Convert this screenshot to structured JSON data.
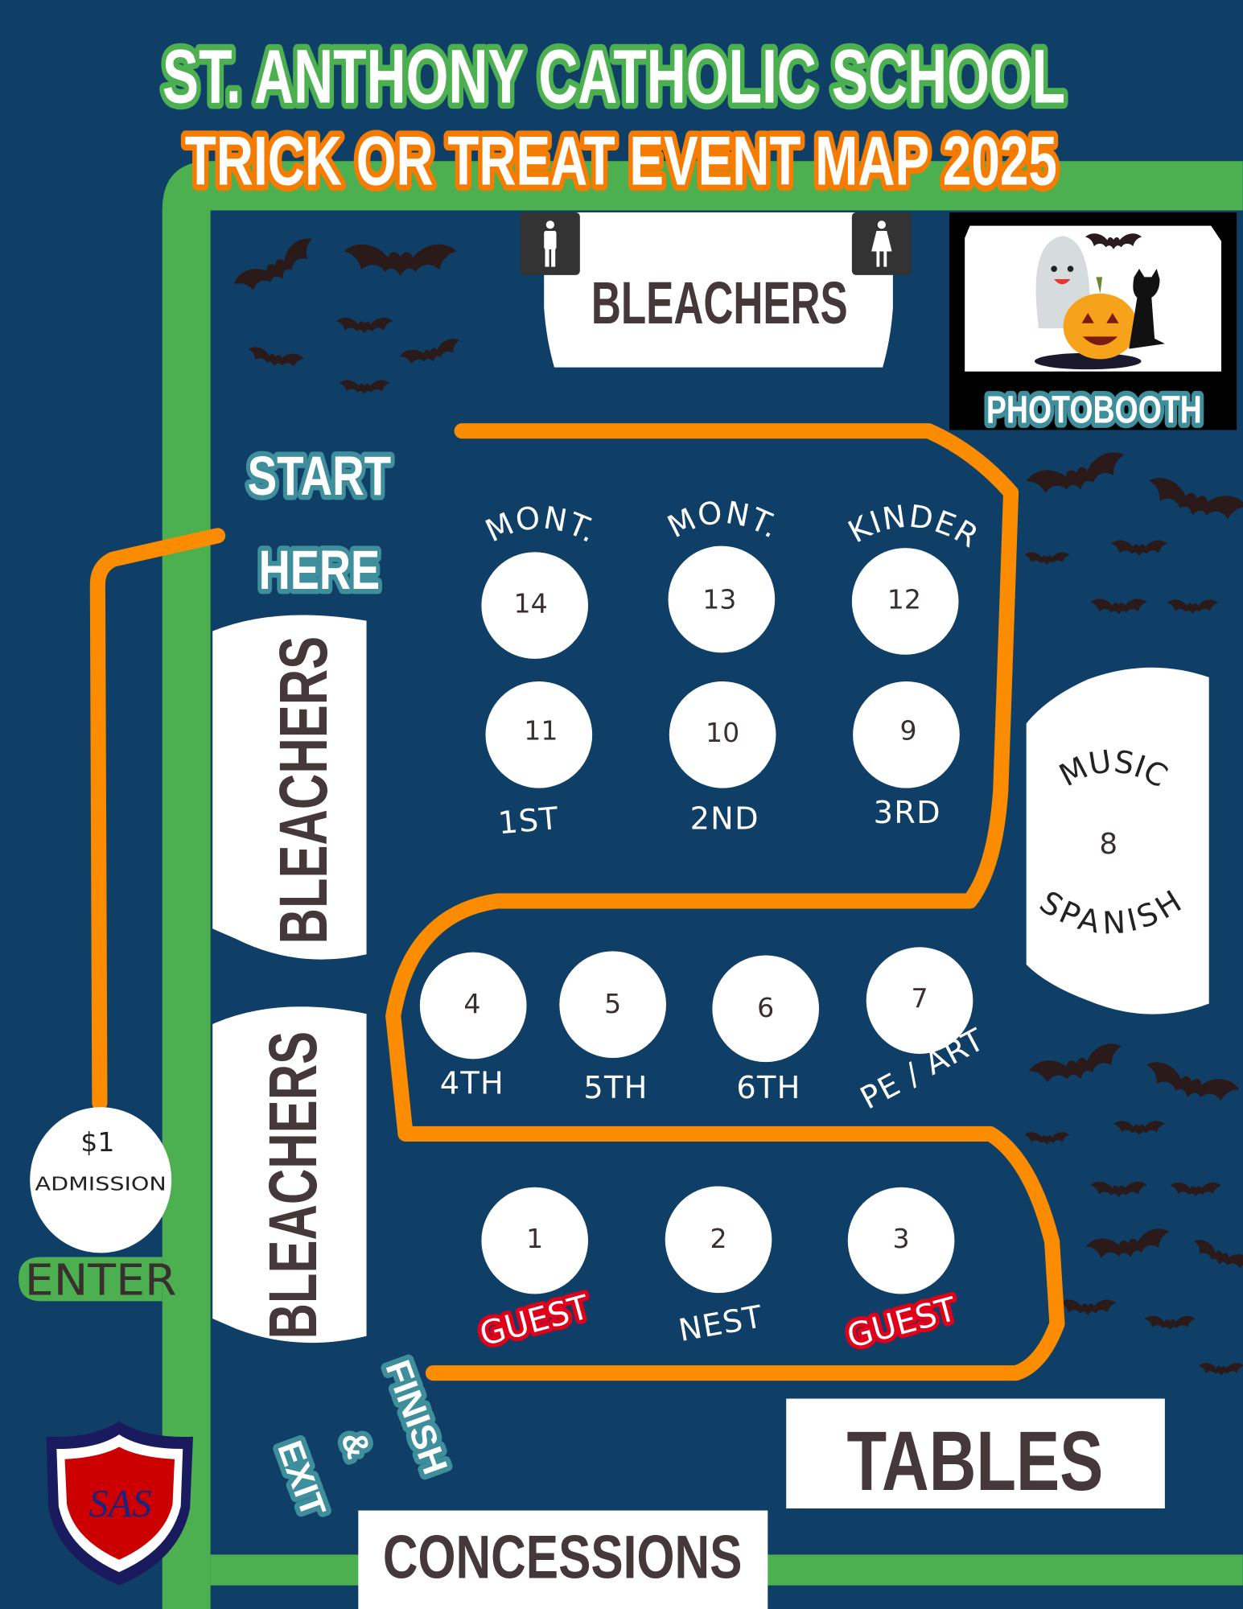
{
  "title": {
    "line1": "ST. ANTHONY CATHOLIC SCHOOL",
    "line2": "TRICK OR TREAT EVENT MAP 2025"
  },
  "areas": {
    "bleachers_top": "BLEACHERS",
    "bleachers_left_1": "BLEACHERS",
    "bleachers_left_2": "BLEACHERS",
    "photobooth": "PHOTOBOOTH",
    "tables": "TABLES",
    "concessions": "CONCESSIONS"
  },
  "start": {
    "line1": "START",
    "line2": "HERE"
  },
  "exit": {
    "exit": "EXIT",
    "amp": "&",
    "finish": "FINISH"
  },
  "admission": {
    "price": "$1",
    "label": "ADMISSION",
    "enter": "ENTER"
  },
  "stations": [
    {
      "number": "14",
      "label": "MONT."
    },
    {
      "number": "13",
      "label": "MONT."
    },
    {
      "number": "12",
      "label": "KINDER"
    },
    {
      "number": "11",
      "label": "1ST"
    },
    {
      "number": "10",
      "label": "2ND"
    },
    {
      "number": "9",
      "label": "3RD"
    },
    {
      "number": "4",
      "label": "4TH"
    },
    {
      "number": "5",
      "label": "5TH"
    },
    {
      "number": "6",
      "label": "6TH"
    },
    {
      "number": "7",
      "label": "PE / ART"
    },
    {
      "number": "1",
      "label": "GUEST"
    },
    {
      "number": "2",
      "label": "NEST"
    },
    {
      "number": "3",
      "label": "GUEST"
    }
  ],
  "music": {
    "top": "MUSIC",
    "number": "8",
    "bottom": "SPANISH"
  },
  "logo": {
    "monogram": "SAS"
  },
  "icons": [
    "mens-restroom-icon",
    "womens-restroom-icon",
    "bat-icon",
    "school-shield-logo"
  ],
  "colors": {
    "background": "#0f3f66",
    "border_green": "#4caf50",
    "path_orange": "#fb8c00",
    "title_orange": "#f57c00",
    "teal": "#3f8e9c",
    "guest_red": "#e0001a",
    "dark_text": "#453838"
  }
}
